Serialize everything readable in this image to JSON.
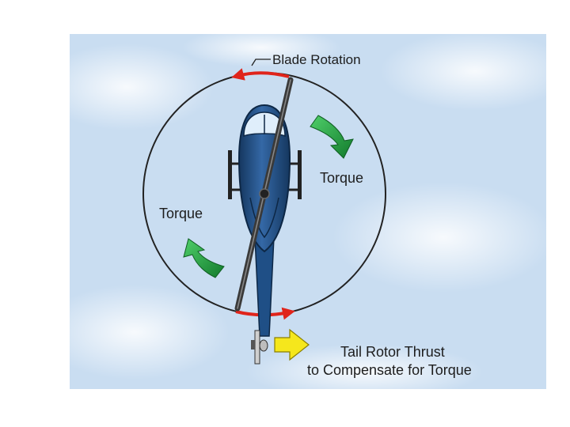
{
  "diagram": {
    "labels": {
      "blade_rotation": "Blade Rotation",
      "torque_right": "Torque",
      "torque_left": "Torque",
      "tail_thrust_line1": "Tail Rotor Thrust",
      "tail_thrust_line2": "to Compensate for Torque"
    },
    "colors": {
      "sky": "#cfe2f3",
      "rotor_arrow": "#e0241b",
      "torque_arrow": "#1d9a3c",
      "thrust_arrow": "#f5e71c",
      "fuselage": "#1f4f86",
      "blade": "#3a3a3a"
    },
    "icons": [
      "blade-rotation-arrow",
      "torque-arrow",
      "tail-thrust-arrow",
      "helicopter-top-view"
    ]
  }
}
